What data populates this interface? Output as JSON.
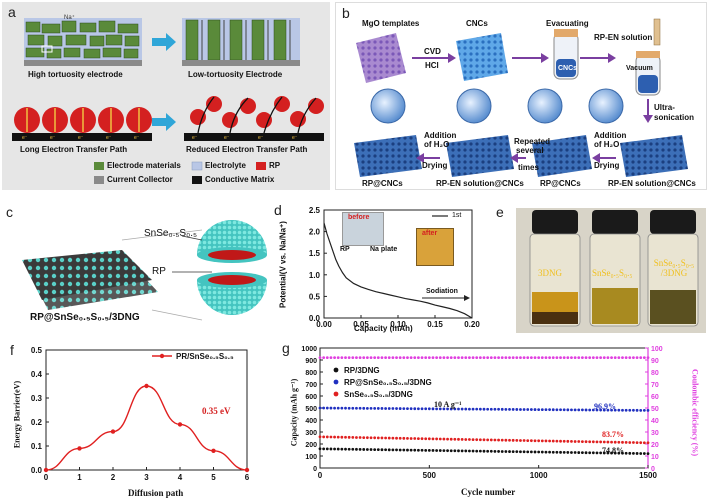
{
  "panel_labels": {
    "a": "a",
    "b": "b",
    "c": "c",
    "d": "d",
    "e": "e",
    "f": "f",
    "g": "g"
  },
  "panel_a": {
    "captions": [
      "High tortuosity electrode",
      "Low-tortuosity Electrode",
      "Long Electron Transfer Path",
      "Reduced Electron Transfer Path"
    ],
    "legend": [
      {
        "label": "Electrode materials",
        "color": "#5a8a3a"
      },
      {
        "label": "Electrolyte",
        "color": "#b9c7e6"
      },
      {
        "label": "RP",
        "color": "#d42020"
      },
      {
        "label": "Current Collector",
        "color": "#8a8a8a"
      },
      {
        "label": "Conductive Matrix",
        "color": "#111111"
      }
    ],
    "ion_label": "Na⁺"
  },
  "panel_b": {
    "top_labels": [
      "MgO templates",
      "CNCs",
      "Evacuating",
      "RP-EN solution",
      "Vacuum"
    ],
    "arrow_labels": {
      "cvd": "CVD",
      "hcl": "HCl",
      "ultra": "Ultra-",
      "sonication": "sonication"
    },
    "vial_label": "CNCs",
    "bottom_labels": [
      "RP@CNCs",
      "RP-EN solution@CNCs",
      "RP@CNCs",
      "RP-EN solution@CNCs"
    ],
    "step_labels": {
      "add1a": "Addition",
      "add1b": "of H₂O",
      "dry1": "Drying",
      "rep1": "Repeated",
      "rep2": "several",
      "rep3": "times",
      "add2a": "Addition",
      "add2b": "of H₂O",
      "dry2": "Drying"
    }
  },
  "panel_c": {
    "label_shell": "SnSe₀.₅S₀.₅",
    "label_core": "RP",
    "caption": "RP@SnSe₀.₅S₀.₅/3DNG"
  },
  "panel_d": {
    "ylabel": "Potential(V vs. Na/Na⁺)",
    "xlabel": "Capacity (mAh)",
    "legend": "1st",
    "inset_before": "before",
    "inset_after": "after",
    "label_rp": "RP",
    "label_na": "Na plate",
    "label_sodiation": "Sodiation"
  },
  "panel_e": {
    "vial_labels": [
      "3DNG",
      "SnSe₀.₅S₀.₅",
      "SnSe₀.₅S₀.₅\n/3DNG"
    ]
  },
  "panel_f": {
    "ylabel": "Energy Barrier(eV)",
    "xlabel": "Diffusion path",
    "annotation": "0.35 eV"
  },
  "panel_g": {
    "ylabel_left": "Capacity (mAh g⁻¹)",
    "ylabel_right": "Coulombic efficiency (%)",
    "xlabel": "Cycle number",
    "rate": "10 A g⁻¹",
    "ann_blue": "96.9%",
    "ann_red": "83.7%",
    "ann_black": "74.8%"
  },
  "chart_data": [
    {
      "type": "line",
      "panel": "d",
      "xlabel": "Capacity (mAh)",
      "ylabel": "Potential(V vs. Na/Na⁺)",
      "xlim": [
        0.0,
        0.2
      ],
      "ylim": [
        0.0,
        2.5
      ],
      "xticks": [
        0.0,
        0.05,
        0.1,
        0.15,
        0.2
      ],
      "yticks": [
        0.0,
        0.5,
        1.0,
        1.5,
        2.0,
        2.5
      ],
      "series": [
        {
          "name": "1st",
          "x": [
            0.0,
            0.004,
            0.008,
            0.012,
            0.016,
            0.02,
            0.025,
            0.03,
            0.04,
            0.05,
            0.06,
            0.07,
            0.08,
            0.09,
            0.1,
            0.11,
            0.12,
            0.13,
            0.14,
            0.15,
            0.16,
            0.17,
            0.18,
            0.19,
            0.2
          ],
          "y": [
            2.2,
            1.95,
            1.75,
            1.55,
            1.35,
            1.2,
            1.05,
            0.93,
            0.8,
            0.72,
            0.66,
            0.61,
            0.57,
            0.53,
            0.49,
            0.45,
            0.42,
            0.39,
            0.35,
            0.3,
            0.26,
            0.22,
            0.17,
            0.1,
            0.0
          ],
          "color": "#222222"
        }
      ]
    },
    {
      "type": "line",
      "panel": "f",
      "xlabel": "Diffusion path",
      "ylabel": "Energy Barrier(eV)",
      "xlim": [
        0,
        6
      ],
      "ylim": [
        0.0,
        0.5
      ],
      "xticks": [
        0,
        1,
        2,
        3,
        4,
        5,
        6
      ],
      "yticks": [
        0.0,
        0.1,
        0.2,
        0.3,
        0.4,
        0.5
      ],
      "series": [
        {
          "name": "PR/SnSe₀.₅S₀.₅",
          "x": [
            0,
            1,
            2,
            3,
            4,
            5,
            6
          ],
          "y": [
            0.0,
            0.09,
            0.16,
            0.35,
            0.19,
            0.08,
            0.0
          ],
          "color": "#e02020"
        }
      ]
    },
    {
      "type": "scatter",
      "panel": "g",
      "xlabel": "Cycle number",
      "ylabel": "Capacity (mAh g⁻¹)",
      "y2label": "Coulombic efficiency (%)",
      "xlim": [
        0,
        1500
      ],
      "ylim": [
        0,
        1000
      ],
      "y2lim": [
        0,
        100
      ],
      "xticks": [
        0,
        500,
        1000,
        1500
      ],
      "yticks": [
        0,
        100,
        200,
        300,
        400,
        500,
        600,
        700,
        800,
        900,
        1000
      ],
      "y2ticks": [
        0,
        10,
        20,
        30,
        40,
        50,
        60,
        70,
        80,
        90,
        100
      ],
      "series": [
        {
          "name": "RP/3DNG",
          "color": "#111111",
          "y_start": 160,
          "y_end": 120
        },
        {
          "name": "RP@SnSe₀.₅S₀.₅/3DNG",
          "color": "#2030c0",
          "y_start": 500,
          "y_end": 480
        },
        {
          "name": "SnSe₀.₅S₀.₅/3DNG",
          "color": "#e02020",
          "y_start": 260,
          "y_end": 210
        },
        {
          "name": "Coulombic efficiency",
          "color": "#e040e0",
          "axis": "right",
          "y_start": 92,
          "y_end": 92
        }
      ]
    }
  ]
}
